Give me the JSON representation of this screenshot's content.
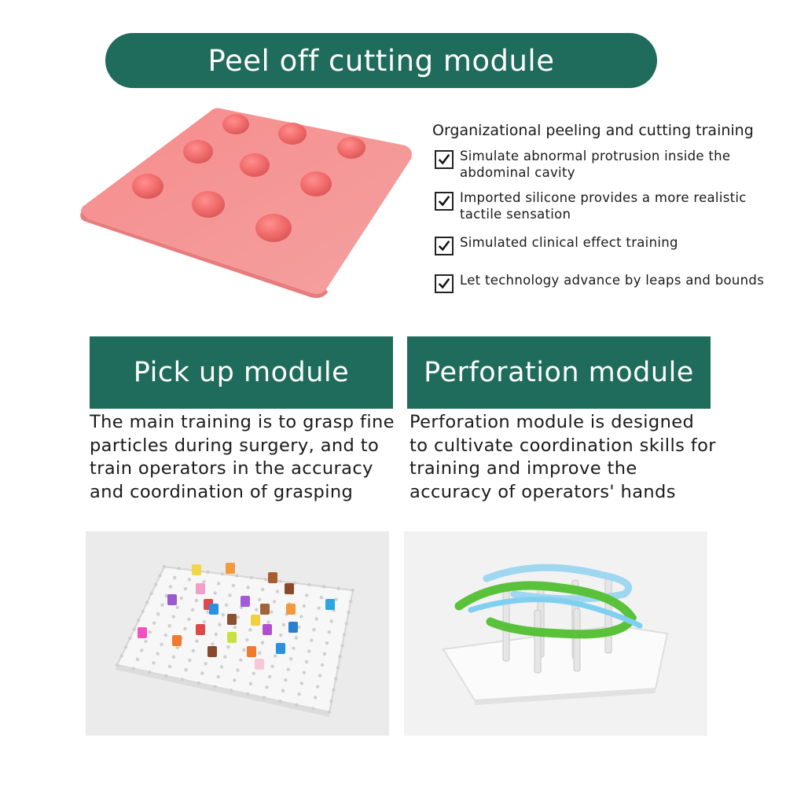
{
  "top": {
    "title": "Peel off cutting module"
  },
  "features": {
    "title": "Organizational peeling and cutting training",
    "items": [
      {
        "text": "Simulate abnormal protrusion inside the abdominal cavity"
      },
      {
        "text": "Imported silicone provides a more realistic tactile sensation"
      },
      {
        "text": "Simulated clinical effect training"
      },
      {
        "text": "Let technology advance by leaps and bounds"
      }
    ]
  },
  "pickup": {
    "title": "Pick up module",
    "description": "The main training is to grasp fine particles during surgery, and to train operators in the accuracy and coordination of grasping"
  },
  "perforation": {
    "title": "Perforation module",
    "description": "Perforation module is designed to cultivate coordination skills for training and improve the accuracy of operators' hands"
  },
  "colors": {
    "accent": "#1f6b5c",
    "pad": "#f08a8a"
  }
}
